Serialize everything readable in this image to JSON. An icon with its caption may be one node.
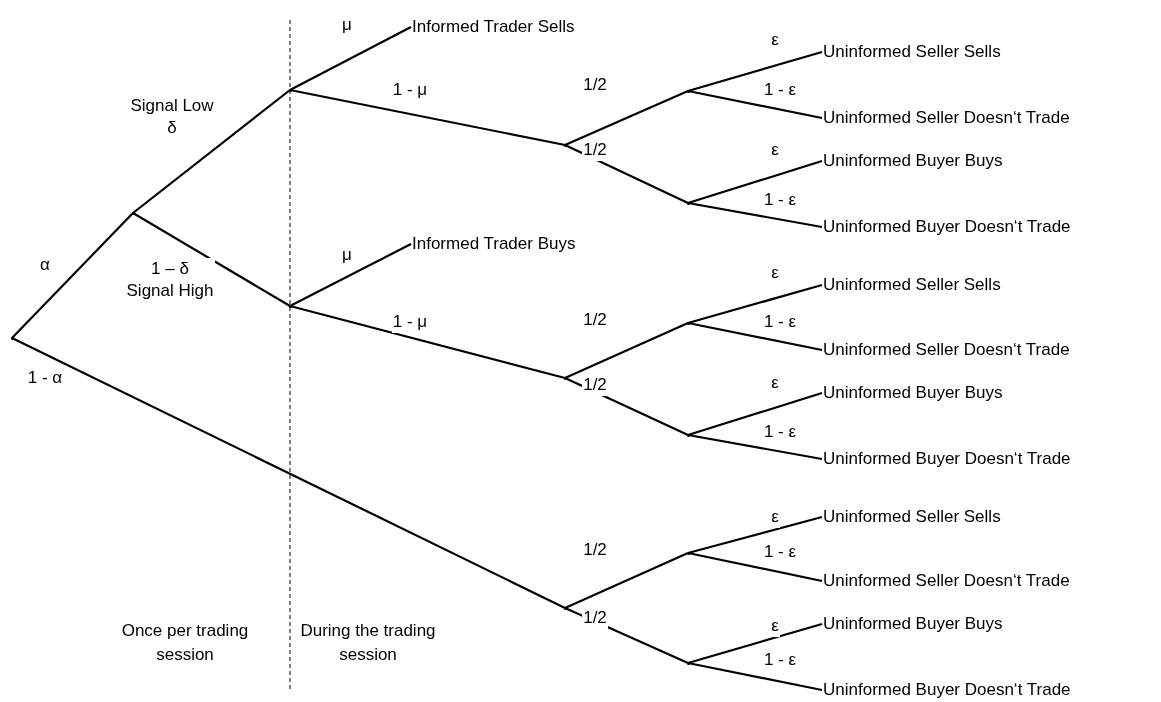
{
  "diagram": {
    "nodes": [
      {
        "text": [],
        "shape": "point"
      },
      {
        "text": [],
        "shape": "point"
      },
      {
        "text": [],
        "shape": "point"
      },
      {
        "text": [],
        "shape": "point"
      },
      {
        "text": [
          "Informed Trader Sells"
        ]
      },
      {
        "text": [],
        "shape": "point"
      },
      {
        "text": [],
        "shape": "point"
      },
      {
        "text": [],
        "shape": "point"
      },
      {
        "text": [
          "Uninformed Seller Sells"
        ]
      },
      {
        "text": [
          "Uninformed Seller Doesn‘t Trade"
        ]
      },
      {
        "text": [
          "Uninformed Buyer Buys"
        ]
      },
      {
        "text": [
          "Uninformed Buyer Doesn‘t Trade"
        ]
      },
      {
        "text": [
          "Informed Trader Buys"
        ]
      },
      {
        "text": [],
        "shape": "point"
      },
      {
        "text": [],
        "shape": "point"
      },
      {
        "text": [],
        "shape": "point"
      },
      {
        "text": [
          "Uninformed Seller Sells"
        ]
      },
      {
        "text": [
          "Uninformed Seller Doesn‘t Trade"
        ]
      },
      {
        "text": [
          "Uninformed Buyer Buys"
        ]
      },
      {
        "text": [
          "Uninformed Buyer Doesn‘t Trade"
        ]
      },
      {
        "text": [],
        "shape": "point"
      },
      {
        "text": [],
        "shape": "point"
      },
      {
        "text": [],
        "shape": "point"
      },
      {
        "text": [
          "Uninformed Seller Sells"
        ]
      },
      {
        "text": [
          "Uninformed Seller Doesn‘t Trade"
        ]
      },
      {
        "text": [
          "Uninformed Buyer Buys"
        ]
      },
      {
        "text": [
          "Uninformed Buyer Doesn‘t Trade"
        ]
      }
    ],
    "edges": [
      {
        "from": 0,
        "to": 1,
        "arrow": "none",
        "label": "α"
      },
      {
        "from": 1,
        "to": 2,
        "arrow": "none",
        "label": "Signal Low δ"
      },
      {
        "from": 1,
        "to": 3,
        "arrow": "none",
        "label": "1 – δ Signal High"
      },
      {
        "from": 2,
        "to": 4,
        "arrow": "none",
        "label": "μ"
      },
      {
        "from": 2,
        "to": 5,
        "arrow": "none",
        "label": "1 - μ"
      },
      {
        "from": 5,
        "to": 6,
        "arrow": "none",
        "label": "1/2"
      },
      {
        "from": 6,
        "to": 8,
        "arrow": "none",
        "label": "ε"
      },
      {
        "from": 6,
        "to": 9,
        "arrow": "none",
        "label": "1 - ε"
      },
      {
        "from": 5,
        "to": 7,
        "arrow": "none",
        "label": "1/2"
      },
      {
        "from": 7,
        "to": 10,
        "arrow": "none",
        "label": "ε"
      },
      {
        "from": 7,
        "to": 11,
        "arrow": "none",
        "label": "1 - ε"
      },
      {
        "from": 3,
        "to": 12,
        "arrow": "none",
        "label": "μ"
      },
      {
        "from": 3,
        "to": 13,
        "arrow": "none",
        "label": "1 - μ"
      },
      {
        "from": 13,
        "to": 14,
        "arrow": "none",
        "label": "1/2"
      },
      {
        "from": 14,
        "to": 16,
        "arrow": "none",
        "label": "ε"
      },
      {
        "from": 14,
        "to": 17,
        "arrow": "none",
        "label": "1 - ε"
      },
      {
        "from": 13,
        "to": 15,
        "arrow": "none",
        "label": "1/2"
      },
      {
        "from": 15,
        "to": 18,
        "arrow": "none",
        "label": "ε"
      },
      {
        "from": 15,
        "to": 19,
        "arrow": "none",
        "label": "1 - ε"
      },
      {
        "from": 0,
        "to": 20,
        "arrow": "none",
        "label": "1 - α"
      },
      {
        "from": 20,
        "to": 21,
        "arrow": "none",
        "label": "1/2"
      },
      {
        "from": 21,
        "to": 23,
        "arrow": "none",
        "label": "ε"
      },
      {
        "from": 21,
        "to": 24,
        "arrow": "none",
        "label": "1 - ε"
      },
      {
        "from": 20,
        "to": 22,
        "arrow": "none",
        "label": "1/2"
      },
      {
        "from": 22,
        "to": 25,
        "arrow": "none",
        "label": "ε"
      },
      {
        "from": 22,
        "to": 26,
        "arrow": "none",
        "label": "1 - ε"
      }
    ],
    "labels": [
      "Once per trading session",
      "During the trading session"
    ]
  }
}
